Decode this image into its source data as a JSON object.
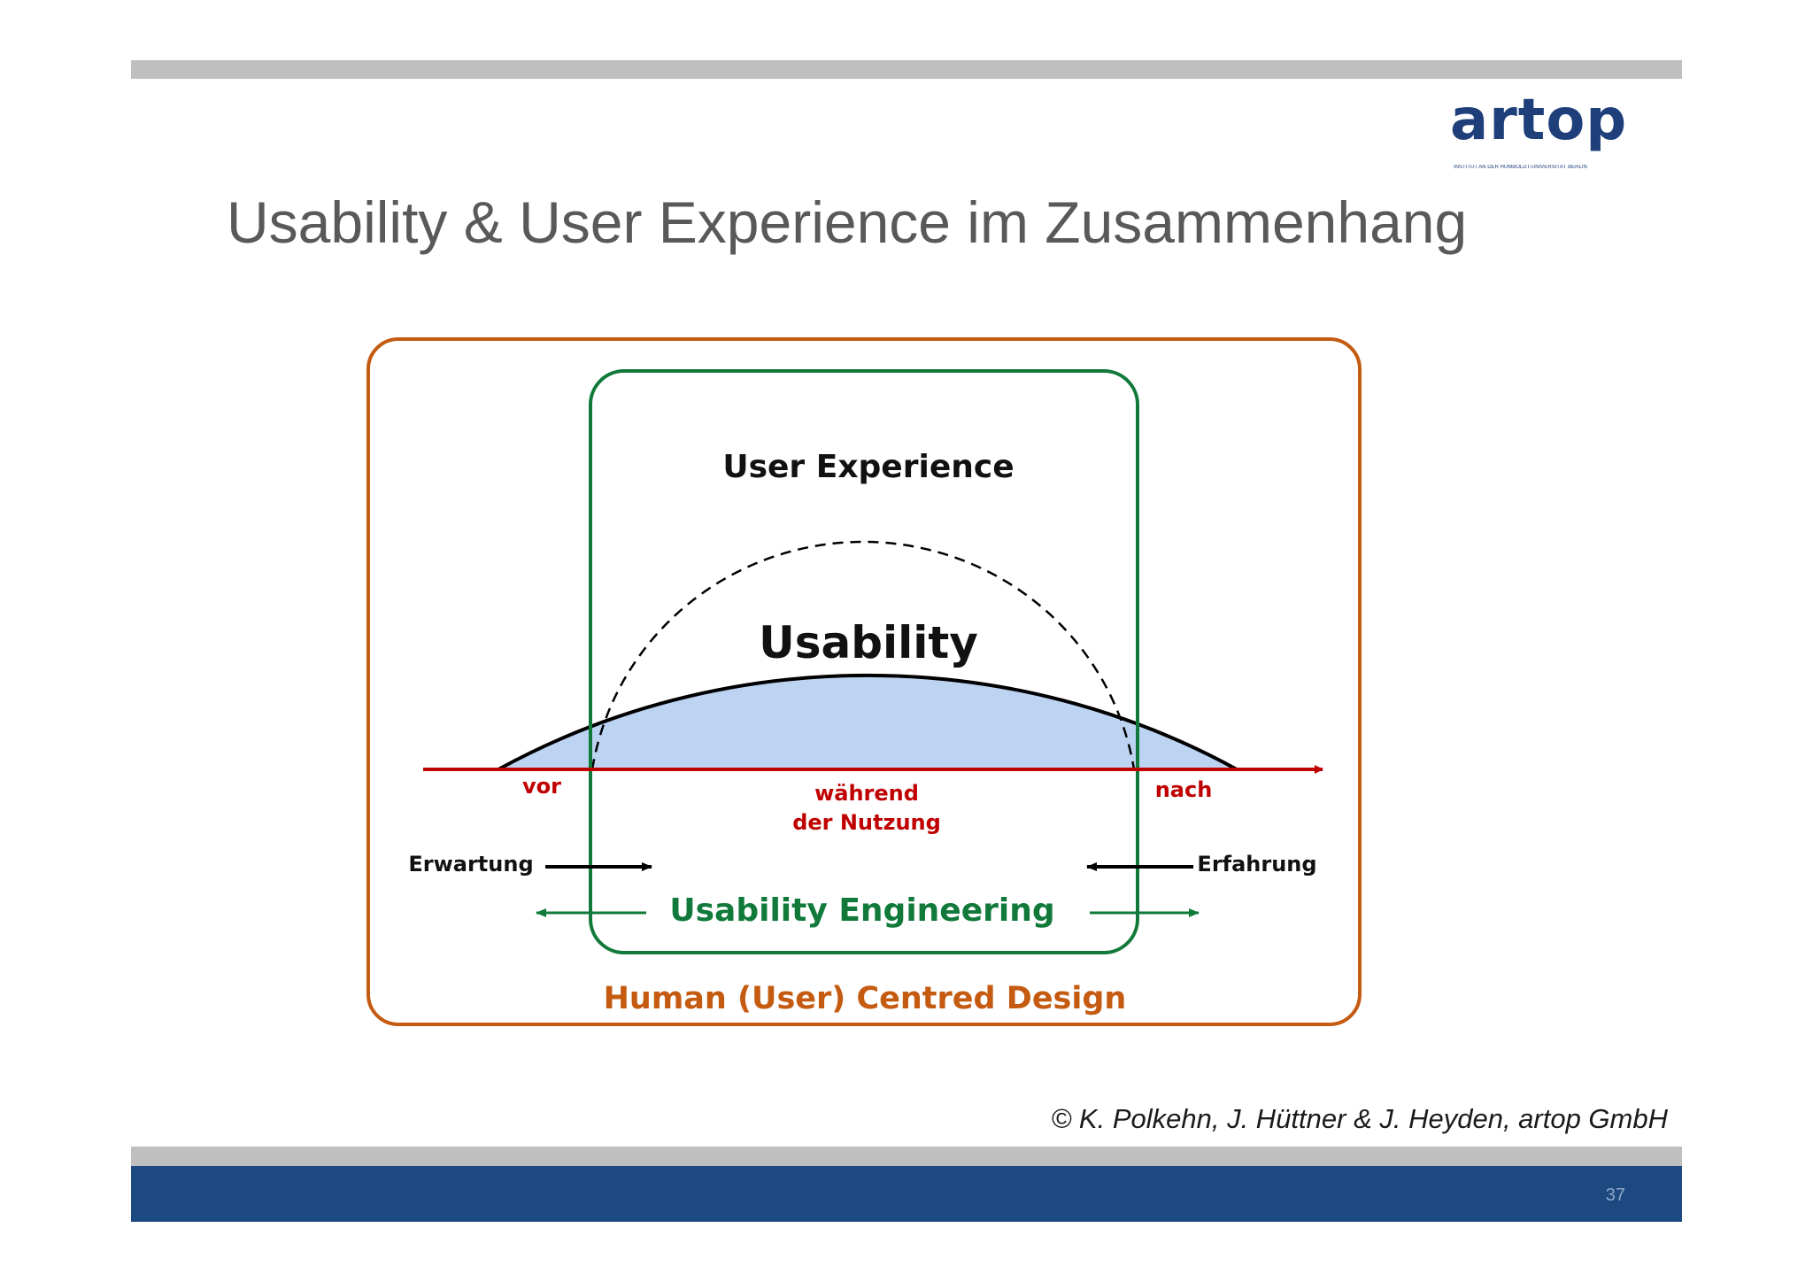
{
  "slide": {
    "title": "Usability & User Experience im Zusammenhang",
    "credit": "© K. Polkehn, J. Hüttner & J. Heyden, artop GmbH",
    "page_number": "37"
  },
  "logo": {
    "wordmark": "artop",
    "subline": "INSTITUT AN DER HUMBOLDT-UNIVERSITÄT BERLIN"
  },
  "diagram": {
    "user_experience": "User Experience",
    "usability": "Usability",
    "timeline": {
      "before": "vor",
      "during_line1": "während",
      "during_line2": "der Nutzung",
      "after": "nach"
    },
    "expectation": "Erwartung",
    "experience": "Erfahrung",
    "usability_engineering": "Usability Engineering",
    "hcd": "Human (User) Centred Design"
  },
  "colors": {
    "dome_fill": "#bcd3f2",
    "hcd_orange": "#c55a11",
    "ue_green": "#117a3a",
    "timeline_red": "#c00000",
    "footer_blue": "#1c4a80",
    "logo_blue": "#1e3f7a"
  }
}
